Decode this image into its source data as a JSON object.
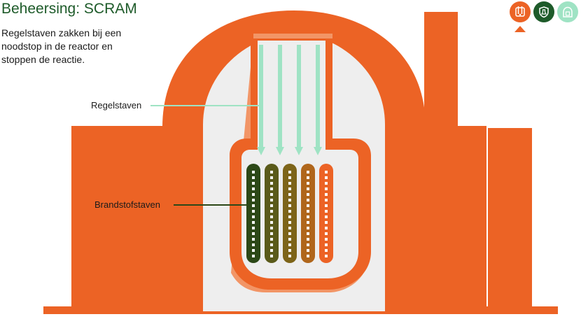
{
  "header": {
    "title": "Beheersing: SCRAM",
    "intro": "Regelstaven zakken bij een noodstop in de reactor en stoppen de reactie."
  },
  "nav": {
    "items": [
      {
        "icon": "reactor-control-rods-icon",
        "active": true,
        "color": "#ec6325"
      },
      {
        "icon": "shield-flask-icon",
        "active": false,
        "color": "#1e5b2a"
      },
      {
        "icon": "containment-icon",
        "active": false,
        "color": "#9fe3c4"
      }
    ]
  },
  "diagram": {
    "control_rods_label": "Regelstaven",
    "fuel_rods_label": "Brandstofstaven",
    "control_rod_count": 4,
    "fuel_rod_colors": [
      "#2c4817",
      "#5a5a1a",
      "#7d6418",
      "#b0661b",
      "#ec6325"
    ],
    "colors": {
      "building": "#ec6325",
      "vessel_light": "#f29566",
      "interior": "#eeeeee",
      "control_rod": "#9fe3c4",
      "label_line_control": "#9fe3c4",
      "label_line_fuel": "#2c4817"
    }
  }
}
